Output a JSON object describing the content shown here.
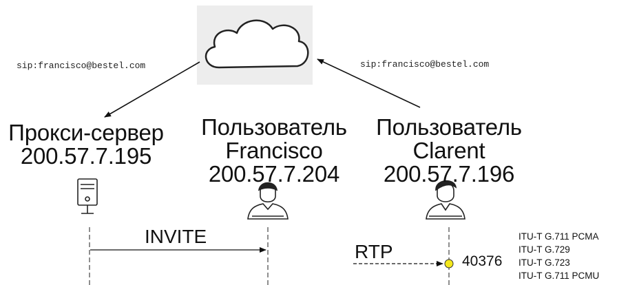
{
  "cloud": {
    "icon": "cloud-icon"
  },
  "sip_uris": {
    "left": "sip:francisco@bestel.com",
    "right": "sip:francisco@bestel.com"
  },
  "nodes": {
    "proxy": {
      "line1": "Прокси-сервер",
      "line2": "200.57.7.195",
      "icon": "server-icon"
    },
    "francisco": {
      "line1": "Пользователь",
      "line2": "Francisco",
      "line3": "200.57.7.204",
      "icon": "user-icon"
    },
    "clarent": {
      "line1": "Пользователь",
      "line2": "Clarent",
      "line3": "200.57.7.196",
      "icon": "user-icon"
    }
  },
  "messages": {
    "invite": "INVITE",
    "rtp": "RTP",
    "rtp_port": "40376"
  },
  "codecs": [
    "ITU-T G.711 PCMA",
    "ITU-T G.729",
    "ITU-T G.723",
    "ITU-T G.711 PCMU"
  ],
  "colors": {
    "cloud_bg": "#ededed",
    "rtp_dot": "#f4e81c",
    "line": "#111111"
  }
}
